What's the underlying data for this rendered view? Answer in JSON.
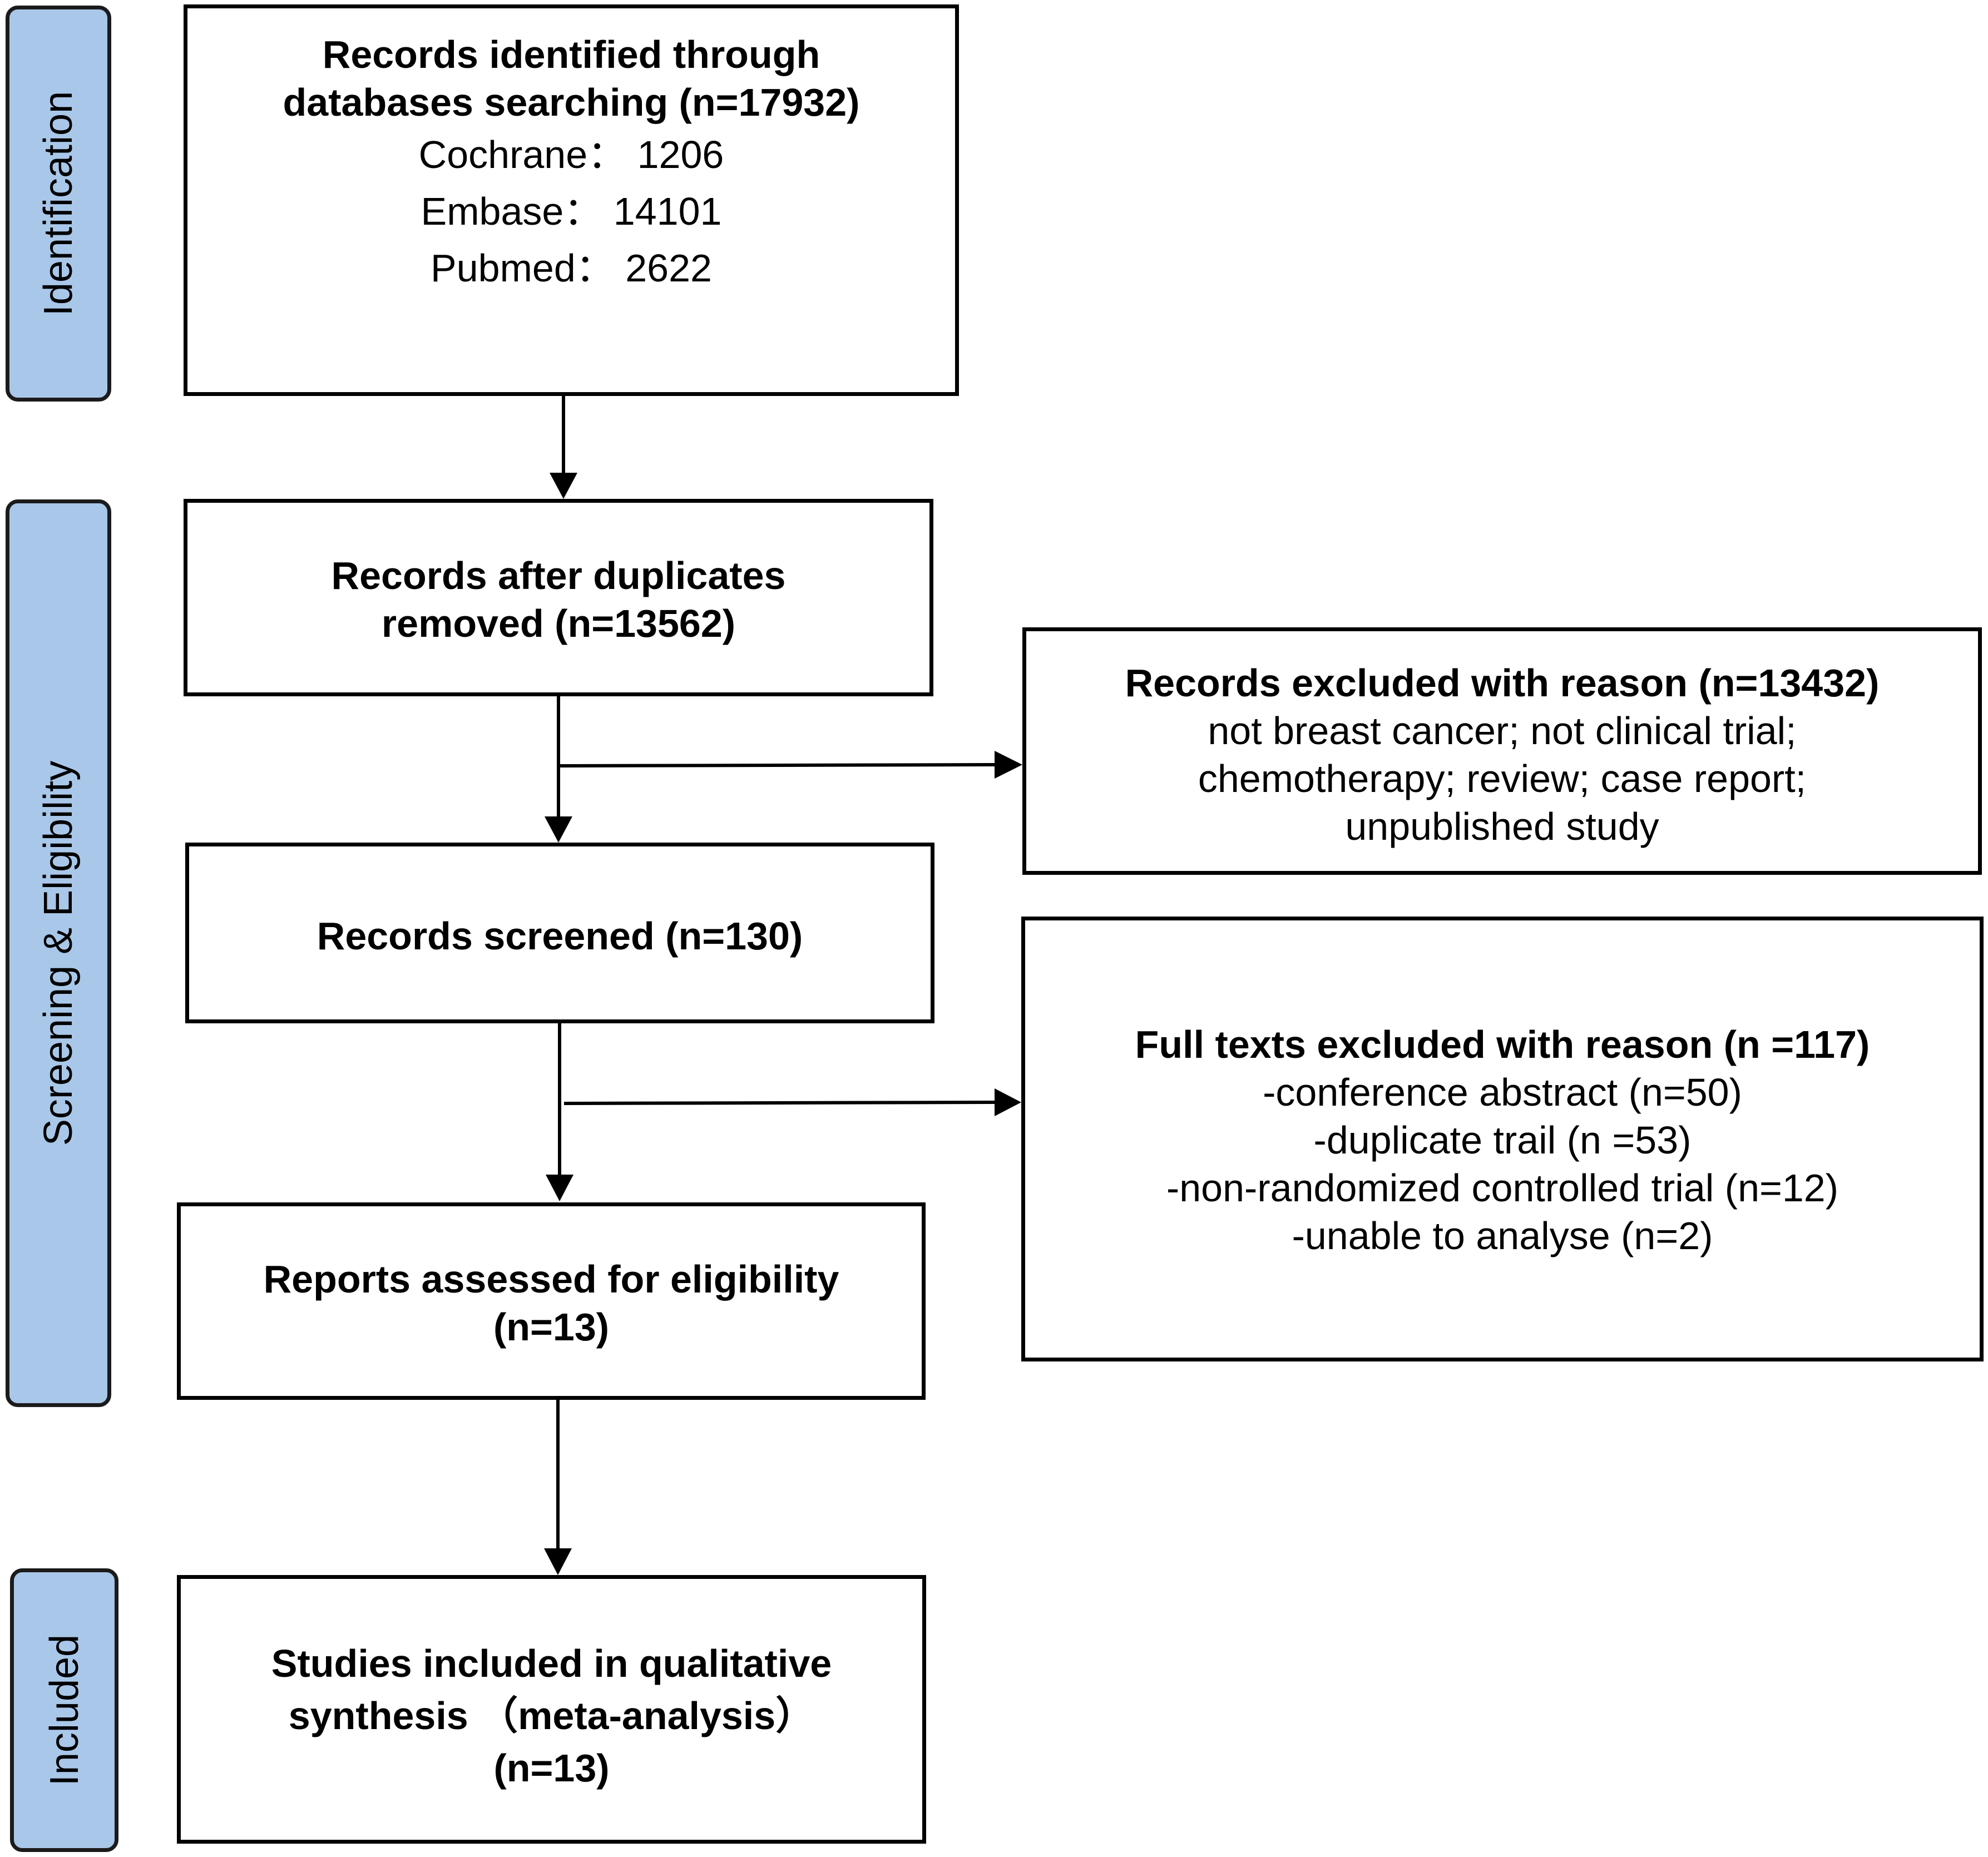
{
  "phases": {
    "identification": "Identification",
    "screening": "Screening & Eligibility",
    "included": "Included"
  },
  "boxes": {
    "identified": {
      "title_line1": "Records identified through",
      "title_line2": "databases searching (n=17932)",
      "sources": [
        "Cochrane：  1206",
        "Embase：  14101",
        "Pubmed：  2622"
      ]
    },
    "duplicates_removed": {
      "line1": "Records after duplicates",
      "line2": "removed (n=13562)"
    },
    "excluded_records": {
      "title": "Records excluded with reason (n=13432)",
      "lines": [
        "not breast cancer; not clinical trial;",
        "chemotherapy; review; case report;",
        "unpublished study"
      ]
    },
    "screened": {
      "title": "Records screened (n=130)"
    },
    "fulltext_excluded": {
      "title": "Full texts excluded with reason (n =117)",
      "lines": [
        "-conference abstract (n=50)",
        "-duplicate trail (n =53)",
        "-non-randomized controlled trial (n=12)",
        "-unable to analyse (n=2)"
      ]
    },
    "eligibility": {
      "line1": "Reports assessed for eligibility",
      "line2": "(n=13)"
    },
    "included_studies": {
      "line1": "Studies included in qualitative",
      "line2": "synthesis （meta-analysis）",
      "line3": "(n=13)"
    }
  },
  "colors": {
    "phase_fill": "#a9c7e8",
    "stroke": "#000000"
  }
}
